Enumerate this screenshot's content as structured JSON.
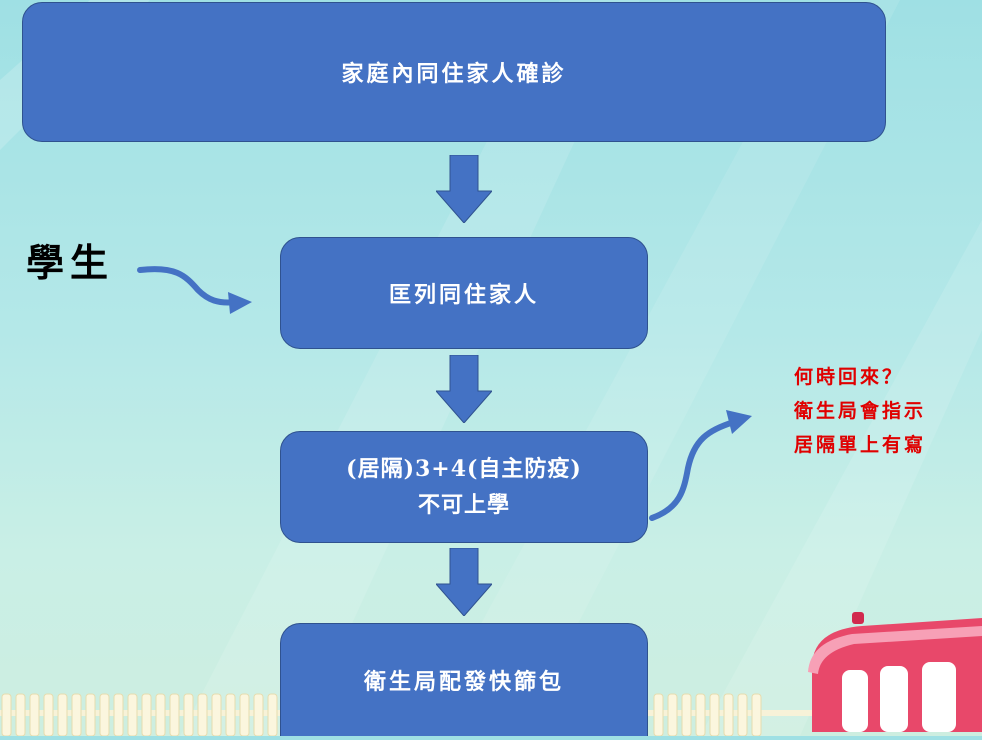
{
  "colors": {
    "box_fill": "#4472c4",
    "box_border": "#2f528f",
    "arrow": "#4472c4",
    "note_red": "#e00000"
  },
  "flow": {
    "step1": "家庭內同住家人確診",
    "step2": "匡列同住家人",
    "step3_line1": "(居隔)3+4(自主防疫)",
    "step3_line2": "不可上學",
    "step4": "衛生局配發快篩包"
  },
  "side_label": "學生",
  "note": {
    "line1": "何時回來？",
    "line2": "衛生局會指示",
    "line3": "居隔單上有寫"
  },
  "icons": {
    "down_arrow": "down-arrow-icon",
    "curved_arrow": "curved-arrow-icon"
  }
}
